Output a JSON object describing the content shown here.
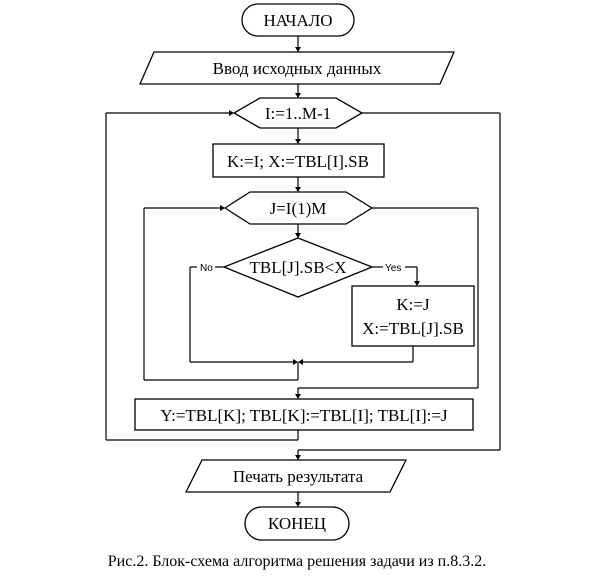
{
  "diagram": {
    "start_label": "НАЧАЛО",
    "input_label": "Ввод исходных данных",
    "outer_loop_label": "I:=1..M-1",
    "init_label": "K:=I; X:=TBL[I].SB",
    "inner_loop_label": "J=I(1)M",
    "condition_label": "TBL[J].SB<X",
    "no_label": "No",
    "yes_label": "Yes",
    "assign_line1": "K:=J",
    "assign_line2": "X:=TBL[J].SB",
    "swap_label": "Y:=TBL[K]; TBL[K]:=TBL[I]; TBL[I]:=J",
    "output_label": "Печать результата",
    "end_label": "КОНЕЦ"
  },
  "caption": "Рис.2. Блок-схема алгоритма решения задачи из п.8.3.2."
}
